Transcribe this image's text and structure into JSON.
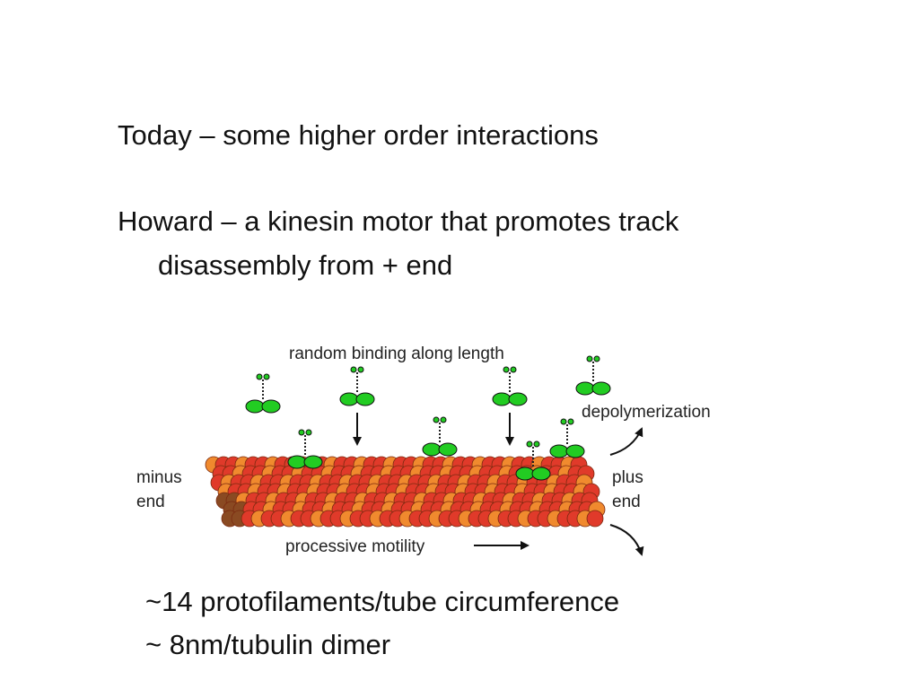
{
  "slide": {
    "line1": "Today – some higher order interactions",
    "line2a": "Howard – a kinesin motor that promotes track",
    "line2b": "disassembly from + end",
    "note1": "~14 protofilaments/tube circumference",
    "note2": "~ 8nm/tubulin dimer"
  },
  "diagram": {
    "label_top": "random binding along length",
    "label_depoly": "depolymerization",
    "label_minus_1": "minus",
    "label_minus_2": "end",
    "label_plus_1": "plus",
    "label_plus_2": "end",
    "label_bottom": "processive motility"
  },
  "colors": {
    "tubulin_red": "#e03a2a",
    "tubulin_orange": "#f08a2e",
    "tubulin_dark": "#8a4a22",
    "kinesin_green": "#22cc22",
    "arrow": "#111111"
  }
}
